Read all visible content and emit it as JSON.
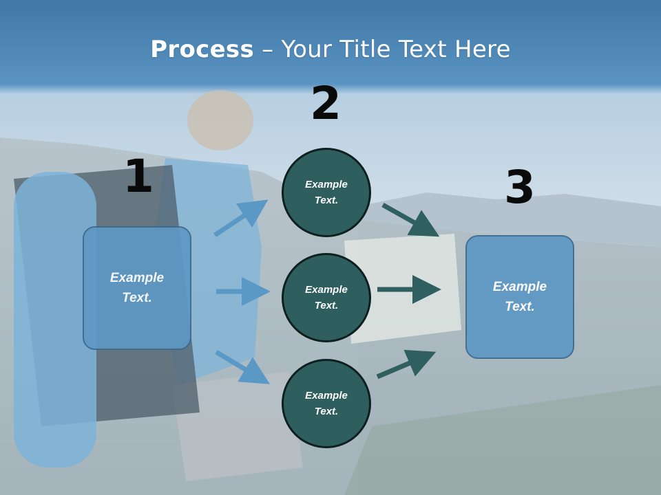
{
  "slide": {
    "title_bold": "Process",
    "title_rest": " – Your Title Text Here"
  },
  "steps": [
    {
      "number": "1",
      "box_text": "Example\nText."
    },
    {
      "number": "2",
      "circles": [
        "Example\nText.",
        "Example\nText.",
        "Example\nText."
      ]
    },
    {
      "number": "3",
      "box_text": "Example\nText."
    }
  ],
  "colors": {
    "box_fill": "#5e98c4",
    "circle_fill": "#2e5e5e",
    "arrow_blue": "#5a98c6",
    "arrow_teal": "#2f5f5f",
    "title_band": "#4a86b4"
  }
}
